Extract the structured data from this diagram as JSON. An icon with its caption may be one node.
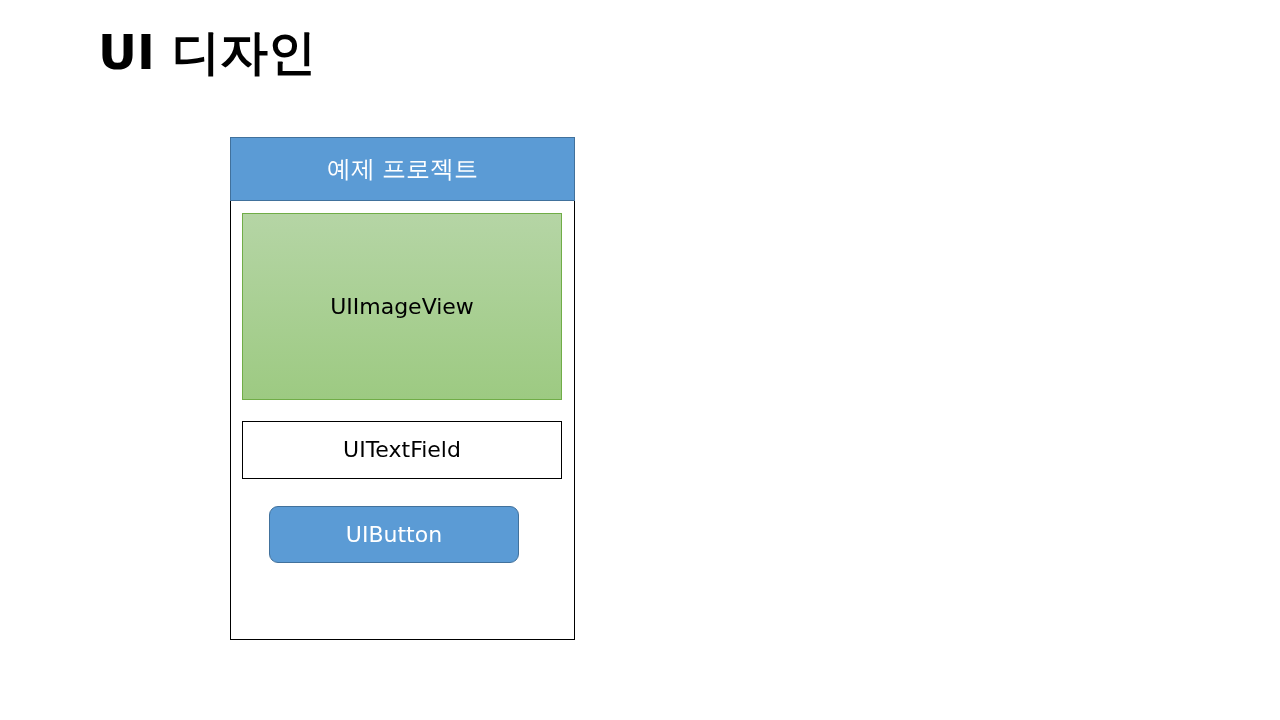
{
  "diagram": {
    "title": "UI 디자인",
    "nodes": [
      {
        "text": [],
        "shape": "box"
      },
      {
        "text": [
          "예제 프로젝트"
        ],
        "in": 0
      },
      {
        "text": [
          "UIImageView"
        ],
        "in": 0
      },
      {
        "text": [
          "UITextField"
        ],
        "in": 0
      },
      {
        "text": [
          "UIButton"
        ],
        "in": 0
      }
    ]
  }
}
